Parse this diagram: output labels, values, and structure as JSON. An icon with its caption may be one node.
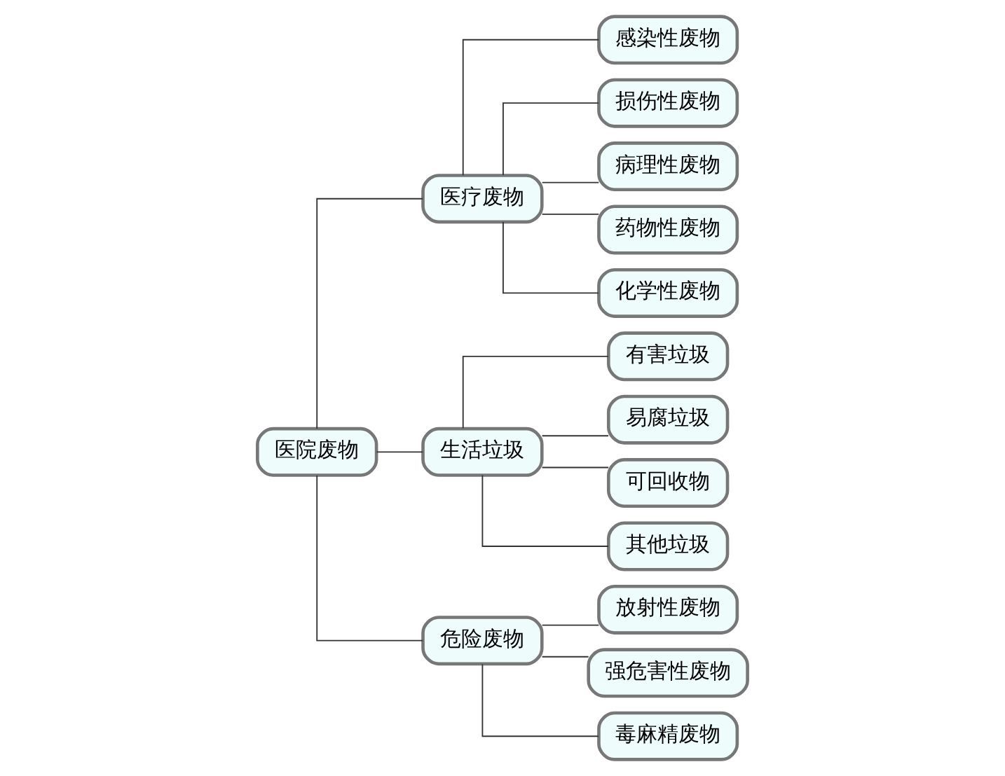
{
  "diagram": {
    "nodes": [
      {
        "text": [
          "医院废物"
        ]
      },
      {
        "text": [
          "医疗废物"
        ]
      },
      {
        "text": [
          "生活垃圾"
        ]
      },
      {
        "text": [
          "危险废物"
        ]
      },
      {
        "text": [
          "感染性废物"
        ]
      },
      {
        "text": [
          "损伤性废物"
        ]
      },
      {
        "text": [
          "病理性废物"
        ]
      },
      {
        "text": [
          "药物性废物"
        ]
      },
      {
        "text": [
          "化学性废物"
        ]
      },
      {
        "text": [
          "有害垃圾"
        ]
      },
      {
        "text": [
          "易腐垃圾"
        ]
      },
      {
        "text": [
          "可回收物"
        ]
      },
      {
        "text": [
          "其他垃圾"
        ]
      },
      {
        "text": [
          "放射性废物"
        ]
      },
      {
        "text": [
          "强危害性废物"
        ]
      },
      {
        "text": [
          "毒麻精废物"
        ]
      }
    ],
    "edges": [
      {
        "from": 0,
        "to": 1,
        "arrow": "none"
      },
      {
        "from": 0,
        "to": 2,
        "arrow": "none"
      },
      {
        "from": 0,
        "to": 3,
        "arrow": "none"
      },
      {
        "from": 1,
        "to": 4,
        "arrow": "none"
      },
      {
        "from": 1,
        "to": 5,
        "arrow": "none"
      },
      {
        "from": 1,
        "to": 6,
        "arrow": "none"
      },
      {
        "from": 1,
        "to": 7,
        "arrow": "none"
      },
      {
        "from": 1,
        "to": 8,
        "arrow": "none"
      },
      {
        "from": 2,
        "to": 9,
        "arrow": "none"
      },
      {
        "from": 2,
        "to": 10,
        "arrow": "none"
      },
      {
        "from": 2,
        "to": 11,
        "arrow": "none"
      },
      {
        "from": 2,
        "to": 12,
        "arrow": "none"
      },
      {
        "from": 3,
        "to": 13,
        "arrow": "none"
      },
      {
        "from": 3,
        "to": 14,
        "arrow": "none"
      },
      {
        "from": 3,
        "to": 15,
        "arrow": "none"
      }
    ]
  }
}
